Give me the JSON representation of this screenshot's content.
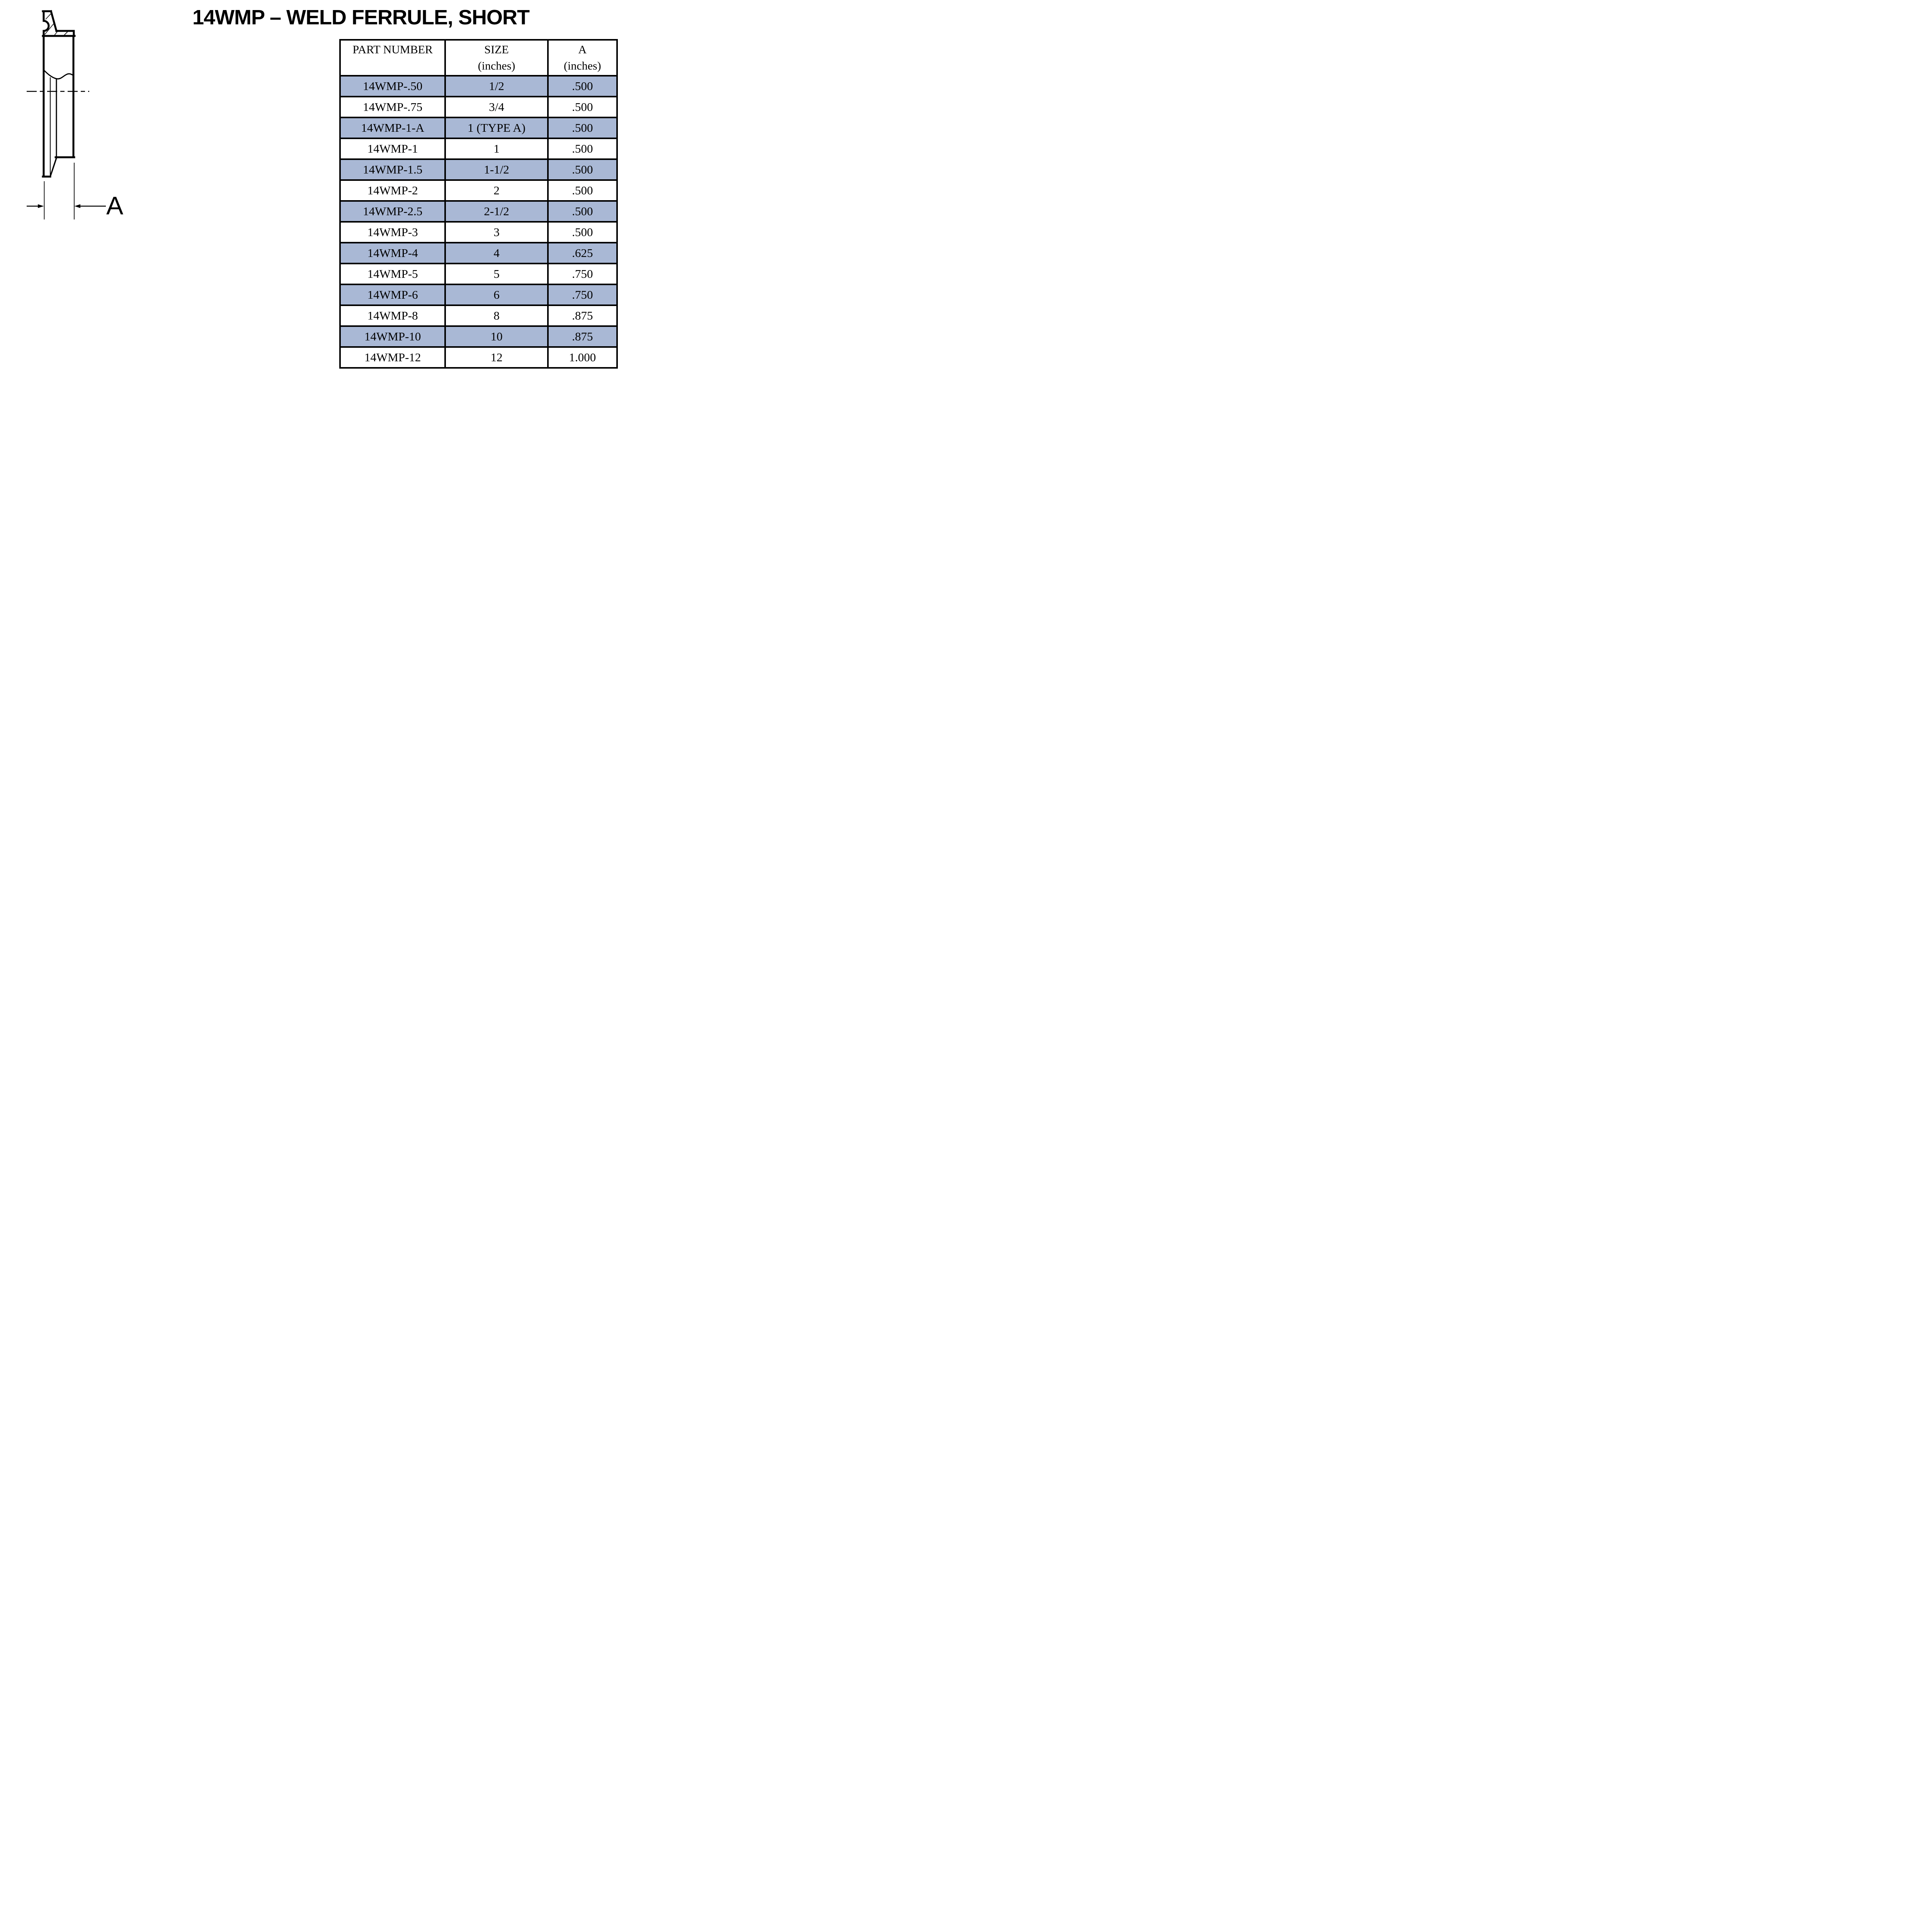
{
  "title": "14WMP – WELD FERRULE, SHORT",
  "drawing": {
    "dimension_label": "A",
    "type": "weld-ferrule-cross-section"
  },
  "table": {
    "row_highlight_color": "#a9b8d5",
    "border_color": "#000000",
    "columns": [
      {
        "line1": "PART NUMBER",
        "line2": ""
      },
      {
        "line1": "SIZE",
        "line2": "(inches)"
      },
      {
        "line1": "A",
        "line2": "(inches)"
      }
    ],
    "rows": [
      {
        "part_number": "14WMP-.50",
        "size": "1/2",
        "a": ".500"
      },
      {
        "part_number": "14WMP-.75",
        "size": "3/4",
        "a": ".500"
      },
      {
        "part_number": "14WMP-1-A",
        "size": "1 (TYPE A)",
        "a": ".500"
      },
      {
        "part_number": "14WMP-1",
        "size": "1",
        "a": ".500"
      },
      {
        "part_number": "14WMP-1.5",
        "size": "1-1/2",
        "a": ".500"
      },
      {
        "part_number": "14WMP-2",
        "size": "2",
        "a": ".500"
      },
      {
        "part_number": "14WMP-2.5",
        "size": "2-1/2",
        "a": ".500"
      },
      {
        "part_number": "14WMP-3",
        "size": "3",
        "a": ".500"
      },
      {
        "part_number": "14WMP-4",
        "size": "4",
        "a": ".625"
      },
      {
        "part_number": "14WMP-5",
        "size": "5",
        "a": ".750"
      },
      {
        "part_number": "14WMP-6",
        "size": "6",
        "a": ".750"
      },
      {
        "part_number": "14WMP-8",
        "size": "8",
        "a": ".875"
      },
      {
        "part_number": "14WMP-10",
        "size": "10",
        "a": ".875"
      },
      {
        "part_number": "14WMP-12",
        "size": "12",
        "a": "1.000"
      }
    ]
  }
}
